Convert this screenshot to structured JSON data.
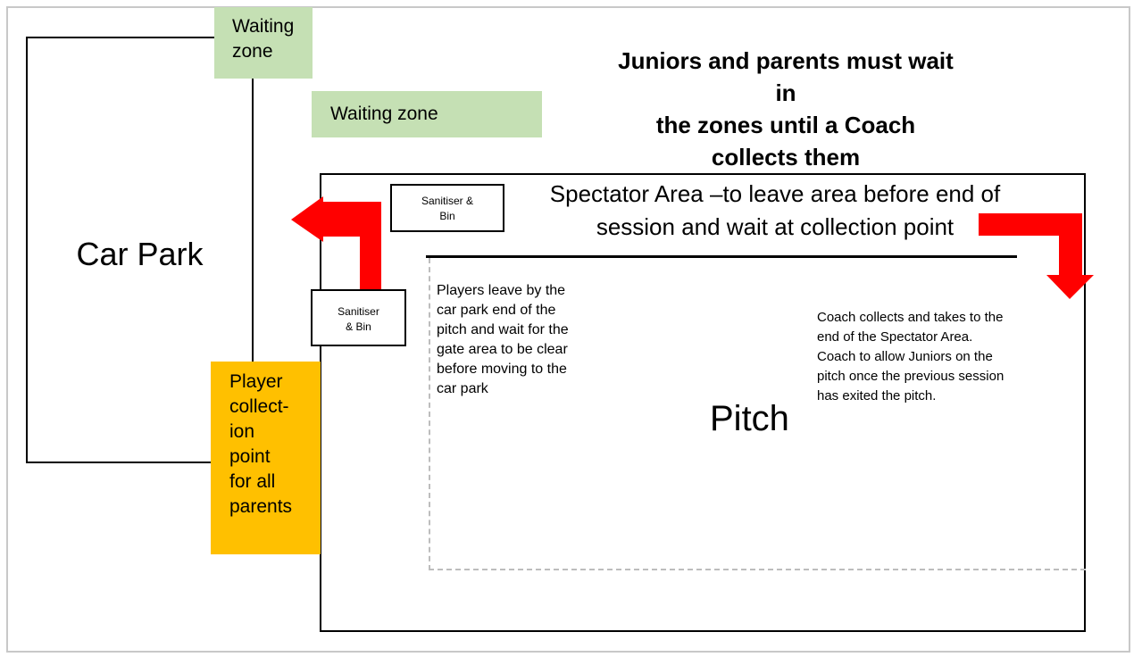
{
  "car_park": {
    "label": "Car Park"
  },
  "waiting_zone_top": {
    "label_line1": "Waiting",
    "label_line2": "zone"
  },
  "waiting_zone_mid": {
    "label": "Waiting zone"
  },
  "headline": {
    "line1": "Juniors and parents must wait in",
    "line2": "the zones until a Coach",
    "line3": "collects them"
  },
  "spectator_area": {
    "line1": "Spectator Area –to leave area before end of",
    "line2": "session and wait at collection point"
  },
  "sanitiser_top": {
    "line1": "Sanitiser &",
    "line2": "Bin"
  },
  "sanitiser_left": {
    "line1": "Sanitiser",
    "line2": "& Bin"
  },
  "players_note": {
    "lines": [
      "Players leave by the",
      "car park end of the",
      "pitch and wait for the",
      "gate area to be clear",
      "before moving to the",
      "car park"
    ]
  },
  "coach_note": {
    "lines": [
      "Coach collects and takes to the",
      "end of the Spectator Area.",
      "Coach to allow Juniors on the",
      "pitch once the previous session",
      "has exited the pitch."
    ]
  },
  "pitch": {
    "label": "Pitch"
  },
  "collection_point": {
    "lines": [
      "Player",
      "collect-",
      "ion",
      "point",
      "for all",
      "parents"
    ]
  },
  "colors": {
    "waiting_zone": "#c5e0b4",
    "collection_point": "#ffc000",
    "arrow": "#ff0000"
  }
}
